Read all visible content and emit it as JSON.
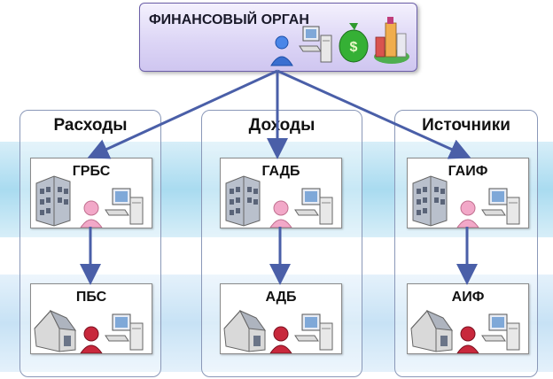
{
  "root": {
    "title": "ФИНАНСОВЫЙ ОРГАН"
  },
  "columns": [
    {
      "title": "Расходы",
      "top": "ГРБС",
      "bottom": "ПБС"
    },
    {
      "title": "Доходы",
      "top": "ГАДБ",
      "bottom": "АДБ"
    },
    {
      "title": "Источники",
      "top": "ГАИФ",
      "bottom": "АИФ"
    }
  ],
  "colors": {
    "arrow": "#4a5fa8",
    "root_fill": "#dcd4f5",
    "band_top": "#a9dbf0",
    "band_bottom": "#c7e2f5",
    "person_pink": "#f2a8c8",
    "person_red": "#c8283c",
    "person_blue": "#3a6fd0"
  },
  "icons": [
    "building-icon",
    "house-icon",
    "person-icon",
    "computer-icon",
    "money-bag-icon",
    "city-icon"
  ]
}
